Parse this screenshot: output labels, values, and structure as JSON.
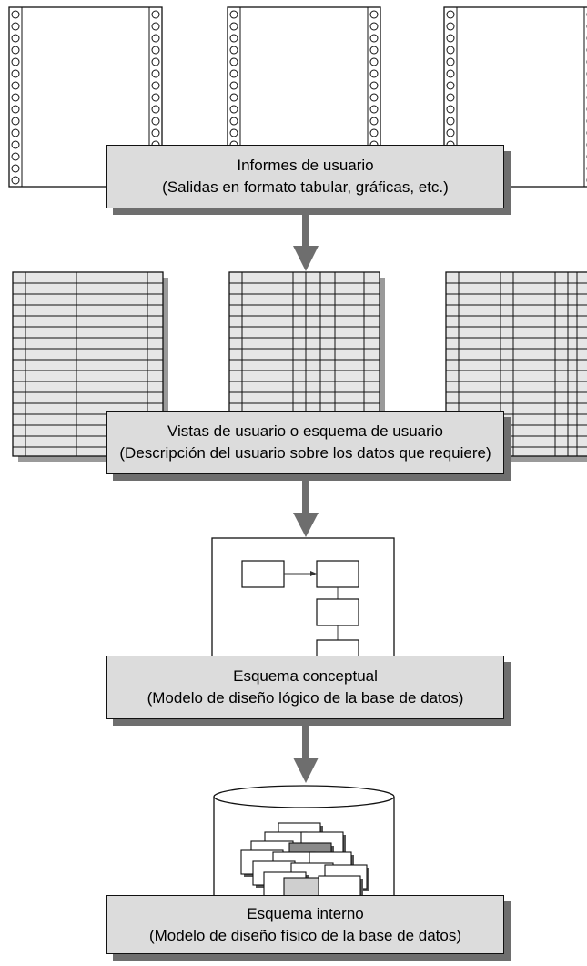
{
  "stages": [
    {
      "title": "Informes de usuario",
      "subtitle": "(Salidas en formato tabular, gráficas, etc.)"
    },
    {
      "title": "Vistas de usuario o esquema de usuario",
      "subtitle": "(Descripción del usuario sobre los datos que requiere)"
    },
    {
      "title": "Esquema conceptual",
      "subtitle": "(Modelo de diseño lógico de la base de datos)"
    },
    {
      "title": "Esquema interno",
      "subtitle": "(Modelo de diseño físico de la base de datos)"
    }
  ],
  "colors": {
    "box_fill": "#dcdcdc",
    "shadow": "#6e6e6e",
    "arrow": "#6e6e6e",
    "table_fill": "#e6e6e6",
    "outline": "#111111"
  },
  "icons": [
    "printout-page-icon",
    "table-view-icon",
    "flowchart-icon",
    "database-cylinder-icon"
  ]
}
